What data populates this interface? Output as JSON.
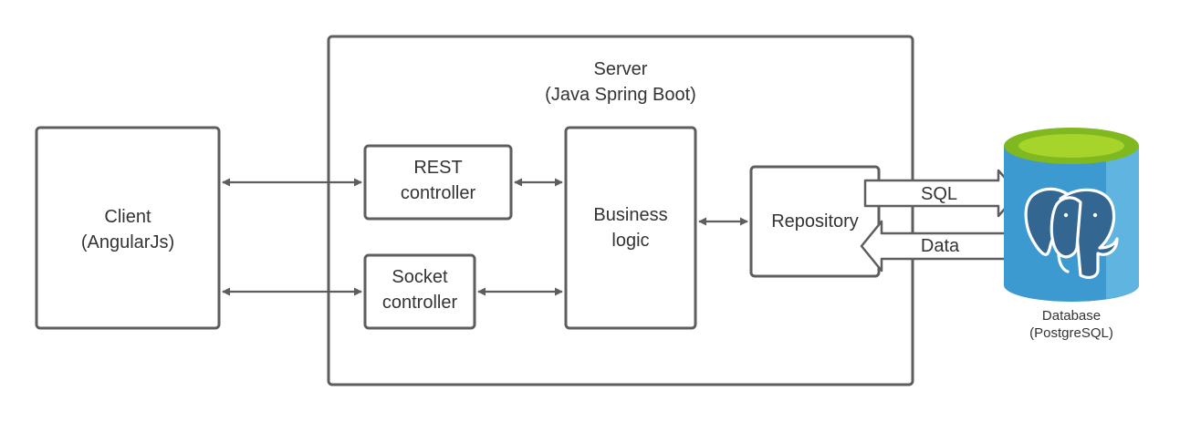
{
  "server": {
    "title": "Server",
    "subtitle": "(Java Spring Boot)"
  },
  "client": {
    "title": "Client",
    "subtitle": "(AngularJs)"
  },
  "rest_controller": {
    "line1": "REST",
    "line2": "controller"
  },
  "socket_controller": {
    "line1": "Socket",
    "line2": "controller"
  },
  "business_logic": {
    "line1": "Business",
    "line2": "logic"
  },
  "repository": {
    "label": "Repository"
  },
  "flows": {
    "sql": "SQL",
    "data": "Data"
  },
  "database": {
    "line1": "Database",
    "line2": "(PostgreSQL)",
    "icon": "postgresql-elephant-icon",
    "colors": {
      "body": "#3c9ad0",
      "body_light": "#5fb4e0",
      "top_rim": "#7fb81f",
      "top_inner": "#a6d42a",
      "logo": "#336791"
    }
  }
}
